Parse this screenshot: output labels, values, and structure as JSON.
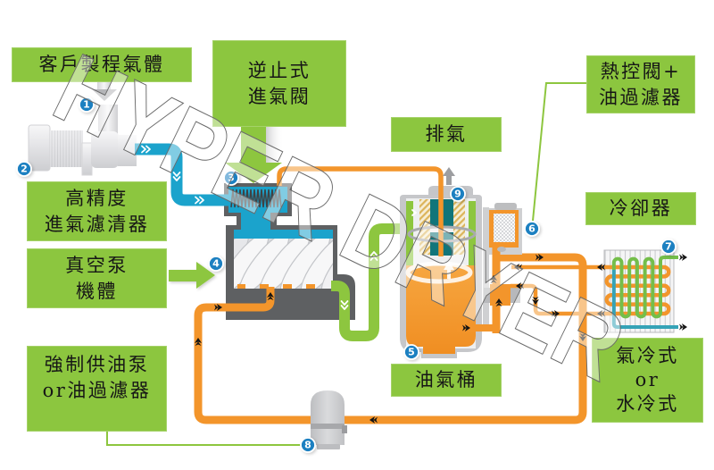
{
  "diagram": {
    "labels": {
      "process_gas": {
        "lines": [
          "客戶製程氣體"
        ]
      },
      "check_valve": {
        "lines": [
          "逆止式",
          "進氣閥"
        ]
      },
      "intake_filter": {
        "lines": [
          "高精度",
          "進氣濾清器"
        ]
      },
      "pump_body": {
        "lines": [
          "真空泵",
          "機體"
        ]
      },
      "oil_pump": {
        "lines": [
          "強制供油泵",
          "or油過濾器"
        ]
      },
      "exhaust": {
        "lines": [
          "排氣"
        ]
      },
      "thermo_valve": {
        "lines": [
          "熱控閥+",
          "油過濾器"
        ]
      },
      "cooler": {
        "lines": [
          "冷卻器"
        ]
      },
      "oil_tank": {
        "lines": [
          "油氣桶"
        ]
      },
      "cooling_type": {
        "lines": [
          "氣冷式",
          "or",
          "水冷式"
        ]
      }
    },
    "badges": {
      "process_gas_inlet": "1",
      "intake_filter": "2",
      "check_valve": "3",
      "pump_body": "4",
      "oil_tank": "5",
      "thermo_valve_oil_filter": "6",
      "cooler": "7",
      "oil_pump": "8",
      "exhaust": "9"
    },
    "watermark": "HYPER DRYER"
  },
  "colors": {
    "label_box": "#8cc63f",
    "process_gas_pipe": "#1ba3cc",
    "oil_gas_pipe": "#8dc63f",
    "oil_pipe": "#f3952b",
    "pump_housing": "#5e6062",
    "badge": "#1b80c1"
  }
}
